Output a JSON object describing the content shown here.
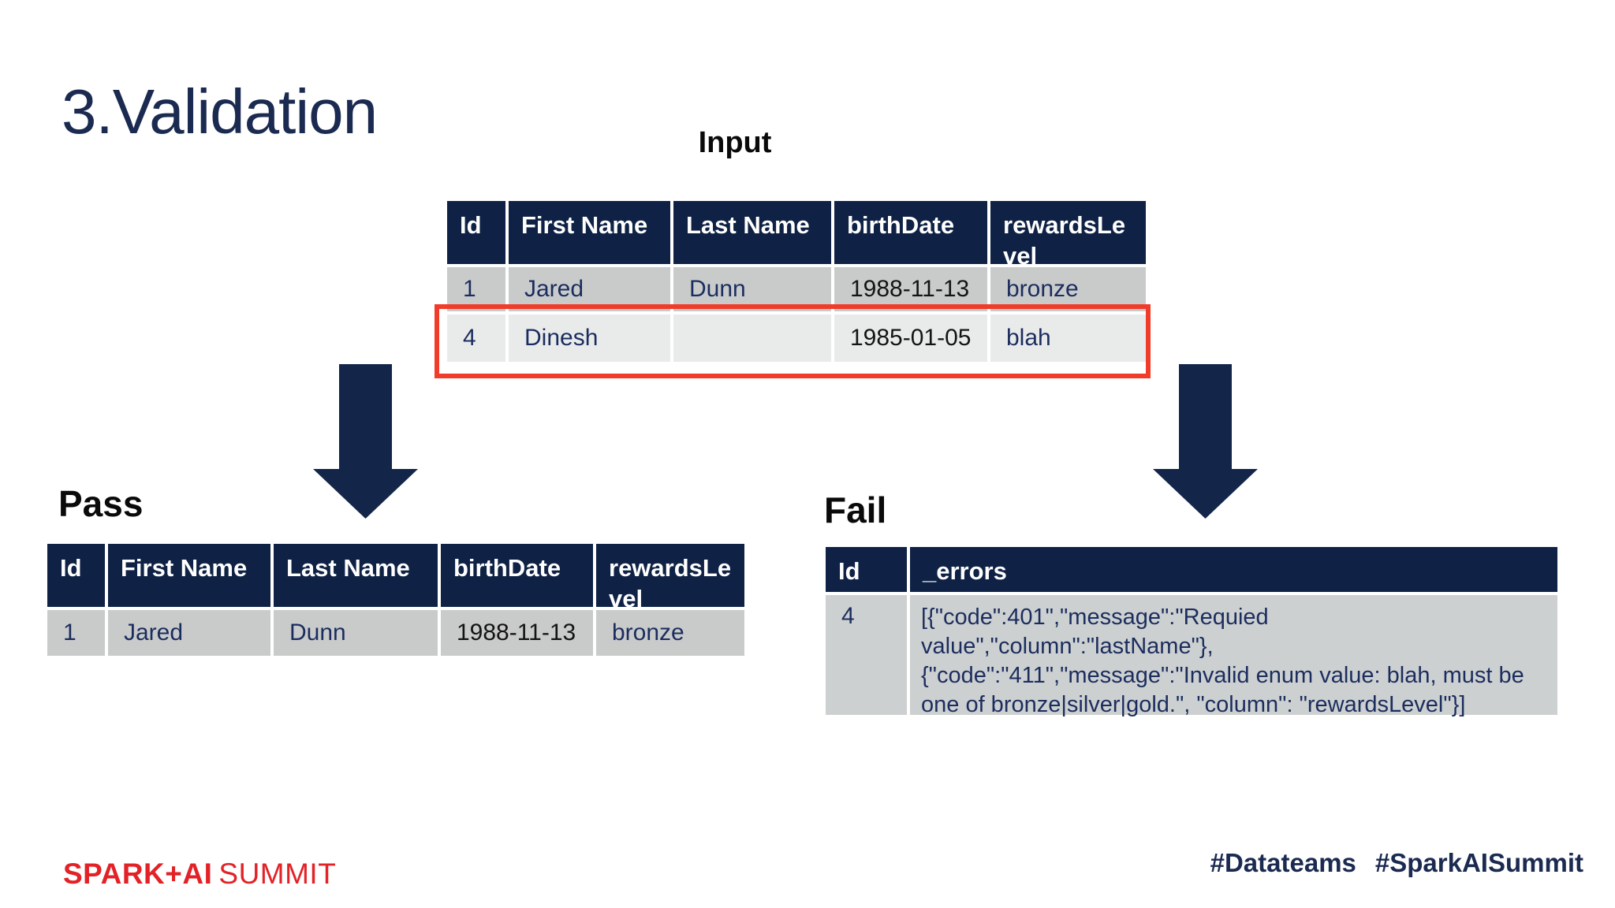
{
  "slide": {
    "title": "3.Validation",
    "input_label": "Input",
    "pass_label": "Pass",
    "fail_label": "Fail"
  },
  "colors": {
    "header_navy": "#0f2245",
    "arrow_navy": "#13264a",
    "title_navy": "#1b2a50",
    "cell_text_navy": "#1b2d5e",
    "row_gray": "#c9cbcb",
    "row_light_gray": "#e9ebeb",
    "fail_row_gray": "#cdd0d0",
    "highlight_red": "#f23c2a",
    "brand_red": "#e32227"
  },
  "input_table": {
    "headers": [
      "Id",
      "First Name",
      "Last Name",
      "birthDate",
      "rewardsLevel"
    ],
    "rows": [
      {
        "cells": [
          "1",
          "Jared",
          "Dunn",
          "1988-11-13",
          "bronze"
        ]
      },
      {
        "cells": [
          "4",
          "Dinesh",
          "",
          "1985-01-05",
          "blah"
        ]
      }
    ]
  },
  "pass_table": {
    "headers": [
      "Id",
      "First Name",
      "Last Name",
      "birthDate",
      "rewardsLevel"
    ],
    "rows": [
      {
        "cells": [
          "1",
          "Jared",
          "Dunn",
          "1988-11-13",
          "bronze"
        ]
      }
    ]
  },
  "fail_table": {
    "headers": [
      "Id",
      "_errors"
    ],
    "rows": [
      {
        "cells": [
          "4",
          "[{\"code\":401\",\"message\":\"Requied value\",\"column\":\"lastName\"}, {\"code\":\"411\",\"message\":\"Invalid enum value: blah, must be one of bronze|silver|gold.\", \"column\": \"rewardsLevel\"}]"
        ]
      }
    ]
  },
  "footer": {
    "brand_bold": "SPARK+AI",
    "brand_light": "SUMMIT",
    "hashtag_1": "#Datateams",
    "hashtag_2": "#SparkAISummit"
  }
}
